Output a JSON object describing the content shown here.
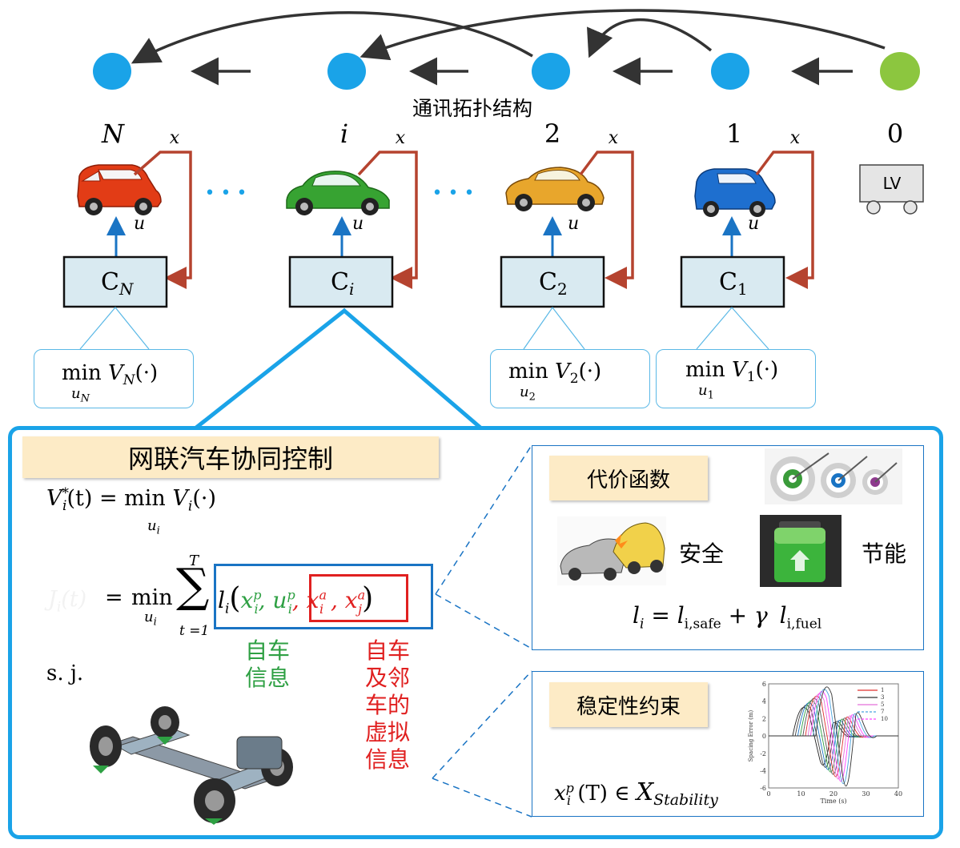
{
  "topology": {
    "title": "通讯拓扑结构",
    "node_colors": {
      "follower": "#1aa3e8",
      "leader": "#8cc63f"
    }
  },
  "vehicles": [
    {
      "index_label": "N",
      "controller": "C",
      "controller_sub": "N",
      "car_color": "#e23c16"
    },
    {
      "index_label": "i",
      "controller": "C",
      "controller_sub": "i",
      "car_color": "#37a332"
    },
    {
      "index_label": "2",
      "controller": "C",
      "controller_sub": "2",
      "car_color": "#e8a62c"
    },
    {
      "index_label": "1",
      "controller": "C",
      "controller_sub": "1",
      "car_color": "#1e6fcf"
    },
    {
      "index_label": "0",
      "leader_text": "LV"
    }
  ],
  "signals": {
    "state": "x",
    "input": "u"
  },
  "ellipsis": "• • •",
  "costs": [
    {
      "op": "min",
      "fn": "V",
      "sub": "N",
      "arg": "(·)",
      "under": "u",
      "under_sub": "N"
    },
    {
      "op": "min",
      "fn": "V",
      "sub": "2",
      "arg": "(·)",
      "under": "u",
      "under_sub": "2"
    },
    {
      "op": "min",
      "fn": "V",
      "sub": "1",
      "arg": "(·)",
      "under": "u",
      "under_sub": "1"
    }
  ],
  "panel": {
    "title": "网联汽车协同控制",
    "eq1": {
      "lhs": "V",
      "lhs_sup": "*",
      "lhs_sub": "i",
      "lhs_arg": "(t) =",
      "op": "min",
      "under": "u",
      "under_sub": "i",
      "rhs": "V",
      "rhs_sub": "i",
      "rhs_arg": "(·)"
    },
    "eq2": {
      "lhs": "J",
      "lhs_sub": "i",
      "lhs_arg": "(t)",
      "equals": "=",
      "op": "min",
      "under": "u",
      "under_sub": "i",
      "sum_top": "T",
      "sum_bottom": "t =1",
      "fn": "l",
      "fn_sub": "i"
    },
    "self_vars": "x, u",
    "virtual_vars": "x, x",
    "st": "s. j.",
    "self_info": "自车\n信息",
    "virtual_info": "自车\n及邻\n车的\n虚拟\n信息"
  },
  "cost_panel": {
    "title": "代价函数",
    "safety": "安全",
    "energy": "节能",
    "formula": {
      "lhs": "l",
      "lhs_sub": "i",
      "eq": "=",
      "t1": "l",
      "t1_sub": "i,safe",
      "plus": "+ γ",
      "t2": "l",
      "t2_sub": "i,fuel"
    }
  },
  "stability_panel": {
    "title": "稳定性约束",
    "formula": {
      "var": "x",
      "sup": "p",
      "sub": "i",
      "arg": "(T) ∈",
      "set": "X",
      "set_sub": "Stability"
    },
    "chart": {
      "ylabel": "Spacing Error (m)",
      "xlabel": "Time (s)",
      "yticks": [
        "6",
        "4",
        "2",
        "0",
        "-2",
        "-4",
        "-6"
      ],
      "xticks": [
        "0",
        "10",
        "20",
        "30",
        "40"
      ],
      "legend": [
        "1",
        "3",
        "5",
        "7",
        "10"
      ],
      "legend_colors": [
        "#e0302f",
        "#333333",
        "#e36fd9",
        "#4aa3df",
        "#ff44ff"
      ]
    }
  }
}
